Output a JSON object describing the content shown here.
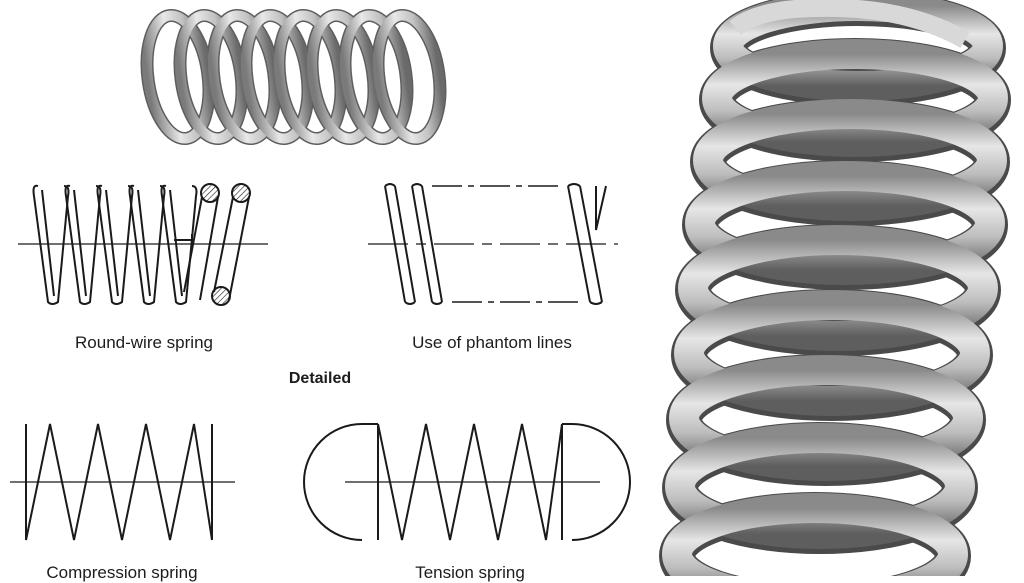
{
  "labels": {
    "round_wire": "Round-wire spring",
    "phantom": "Use of phantom lines",
    "detailed": "Detailed",
    "compression": "Compression spring",
    "tension": "Tension spring"
  },
  "colors": {
    "line": "#1a1a1a",
    "spring_light": "#d4d4d4",
    "spring_dark": "#6a6a6a",
    "background": "#ffffff"
  }
}
